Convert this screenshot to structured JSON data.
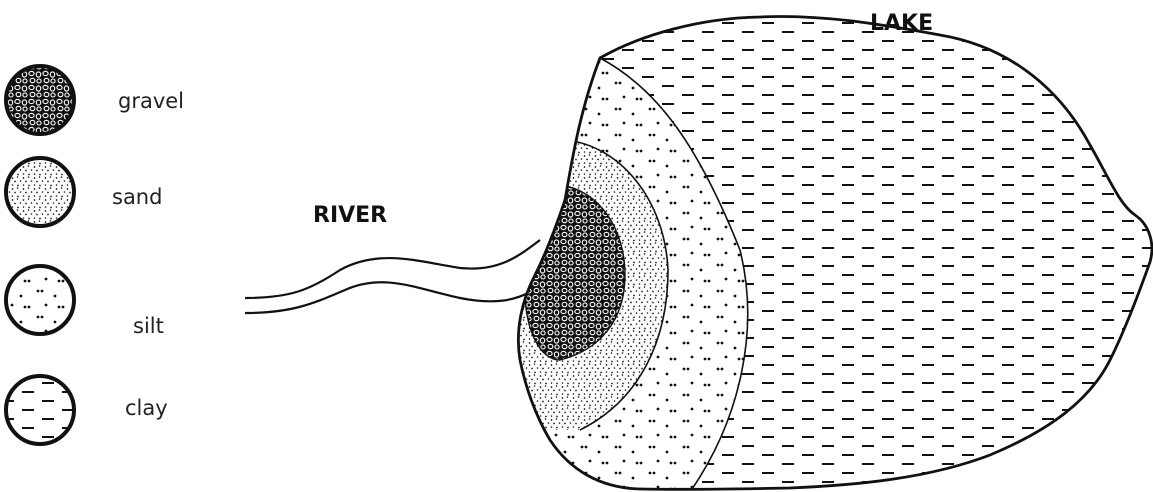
{
  "legend": {
    "items": [
      {
        "key": "gravel",
        "label": "gravel"
      },
      {
        "key": "sand",
        "label": "sand"
      },
      {
        "key": "silt",
        "label": "silt"
      },
      {
        "key": "clay",
        "label": "clay"
      }
    ]
  },
  "labels": {
    "river": "RIVER",
    "lake": "LAKE"
  },
  "colors": {
    "ink": "#111111",
    "background": "#ffffff"
  }
}
